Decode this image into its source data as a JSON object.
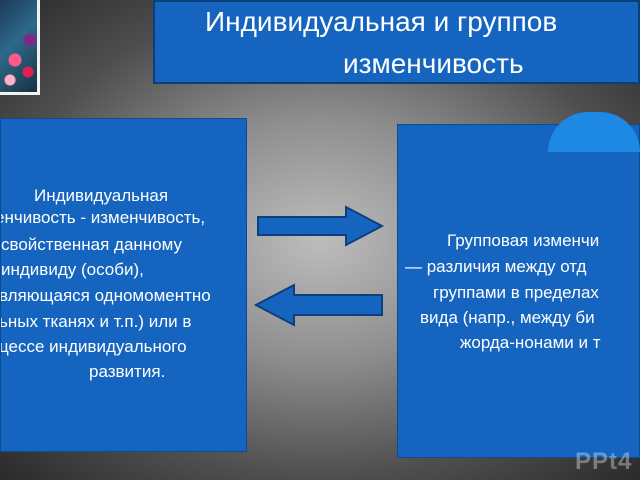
{
  "title": {
    "line1": "Индивидуальная и группов",
    "line2": "изменчивость"
  },
  "left_box": {
    "lines": [
      "Индивидуальная",
      "енчивость - изменчивость,",
      "свойственная данному",
      "индивиду (особи),",
      "вляющаяся одномоментно",
      "ьных тканях и т.п.) или в",
      "цессе индивидуального",
      "развития."
    ]
  },
  "right_box": {
    "lines": [
      "Групповая изменчи",
      "— различия между отд",
      "группами в пределах",
      "вида (напр., между би",
      "жорда-нонами и т"
    ]
  },
  "arrows": {
    "right_arrow_icon": "arrow-right-icon",
    "left_arrow_icon": "arrow-left-icon",
    "color": "#1565c0"
  },
  "watermark": "PPt4"
}
